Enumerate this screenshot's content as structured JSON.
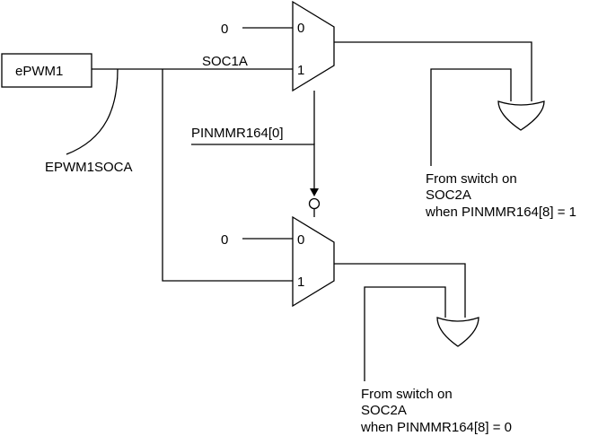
{
  "blocks": {
    "source": "ePWM1"
  },
  "signals": {
    "source_label": "EPWM1SOCA",
    "mux1_output_in": "SOC1A",
    "select": "PINMMR164[0]"
  },
  "mux_top": {
    "input0_value": "0",
    "input0_label": "0",
    "input1_label": "1"
  },
  "mux_bottom": {
    "input0_value": "0",
    "input0_label": "0",
    "input1_label": "1"
  },
  "notes": {
    "top": [
      "From switch on",
      "SOC2A",
      "when PINMMR164[8] = 1"
    ],
    "bottom": [
      "From switch on",
      "SOC2A",
      "when PINMMR164[8] = 0"
    ]
  }
}
